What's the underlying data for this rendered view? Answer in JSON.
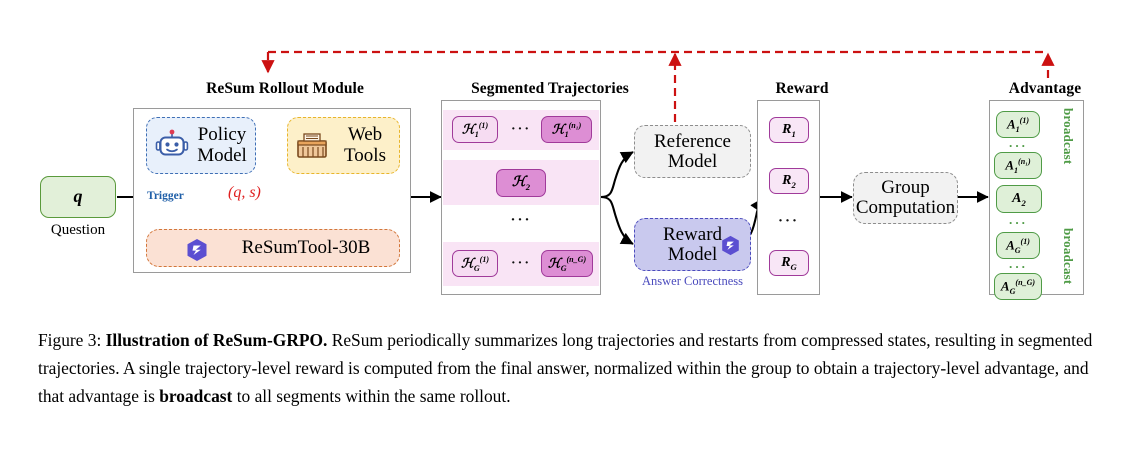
{
  "figure": {
    "sections": [
      {
        "id": "rollout",
        "title": "ReSum Rollout Module"
      },
      {
        "id": "segments",
        "title": "Segmented Trajectories"
      },
      {
        "id": "reward",
        "title": "Reward"
      },
      {
        "id": "advantage",
        "title": "Advantage"
      }
    ],
    "question": {
      "symbol": "q",
      "label": "Question"
    },
    "rollout": {
      "policy_model": "Policy\nModel",
      "policy_model_line1": "Policy",
      "policy_model_line2": "Model",
      "web_tools_line1": "Web",
      "web_tools_line2": "Tools",
      "summarizer": "ReSumTool-30B",
      "trigger_label": "Trigger",
      "qs_label": "(q, s)"
    },
    "segments": {
      "row1": {
        "first": "H",
        "first_sub": "1",
        "first_sup": "(1)",
        "ellipsis": "···",
        "last_sub": "1",
        "last_sup": "(n₁)"
      },
      "row2": {
        "mid": "H",
        "mid_sub": "2"
      },
      "row_ellipsis": "···",
      "row3": {
        "first_sub": "G",
        "first_sup": "(1)",
        "ellipsis": "···",
        "last_sub": "G",
        "last_sup": "(n_G)"
      }
    },
    "models": {
      "reference_line1": "Reference",
      "reference_line2": "Model",
      "reward_line1": "Reward",
      "reward_line2": "Model",
      "reward_caption": "Answer Correctness"
    },
    "reward_panel": {
      "items": [
        {
          "base": "R",
          "sub": "1"
        },
        {
          "base": "R",
          "sub": "2"
        },
        {
          "base": "R",
          "sub": "G"
        }
      ],
      "ellipsis": "···"
    },
    "group": {
      "line1": "Group",
      "line2": "Computation"
    },
    "advantage_panel": {
      "items": [
        {
          "base": "A",
          "sub": "1",
          "sup": "(1)"
        },
        {
          "base": "A",
          "sub": "1",
          "sup": "(n₁)"
        },
        {
          "base": "A",
          "sub": "2",
          "sup": ""
        },
        {
          "base": "A",
          "sub": "G",
          "sup": "(1)"
        },
        {
          "base": "A",
          "sub": "G",
          "sup": "(n_G)"
        }
      ],
      "ellipsis": "···",
      "broadcast_label_top": "broadcast",
      "broadcast_label_bottom": "broadcast"
    },
    "colors": {
      "feedback_red": "#cc1111",
      "green": "#4f9b46",
      "pink_border": "#a03a9a",
      "pink_dark": "#dd8ed4",
      "pink_light": "#f6dcf2",
      "row_band": "#f9e4f5",
      "blue": "#3f6fb5",
      "purple": "#4b4bbd",
      "panel_border": "#9a9a9a"
    }
  },
  "caption": {
    "prefix": "Figure 3: ",
    "bold_title": "Illustration of ReSum-GRPO.",
    "body_1": " ReSum periodically summarizes long trajectories and restarts from compressed states, resulting in segmented trajectories. A single trajectory-level reward is computed from the final answer, normalized within the group to obtain a trajectory-level advantage, and that advantage is ",
    "bold_word": "broadcast",
    "body_2": " to all segments within the same rollout."
  }
}
